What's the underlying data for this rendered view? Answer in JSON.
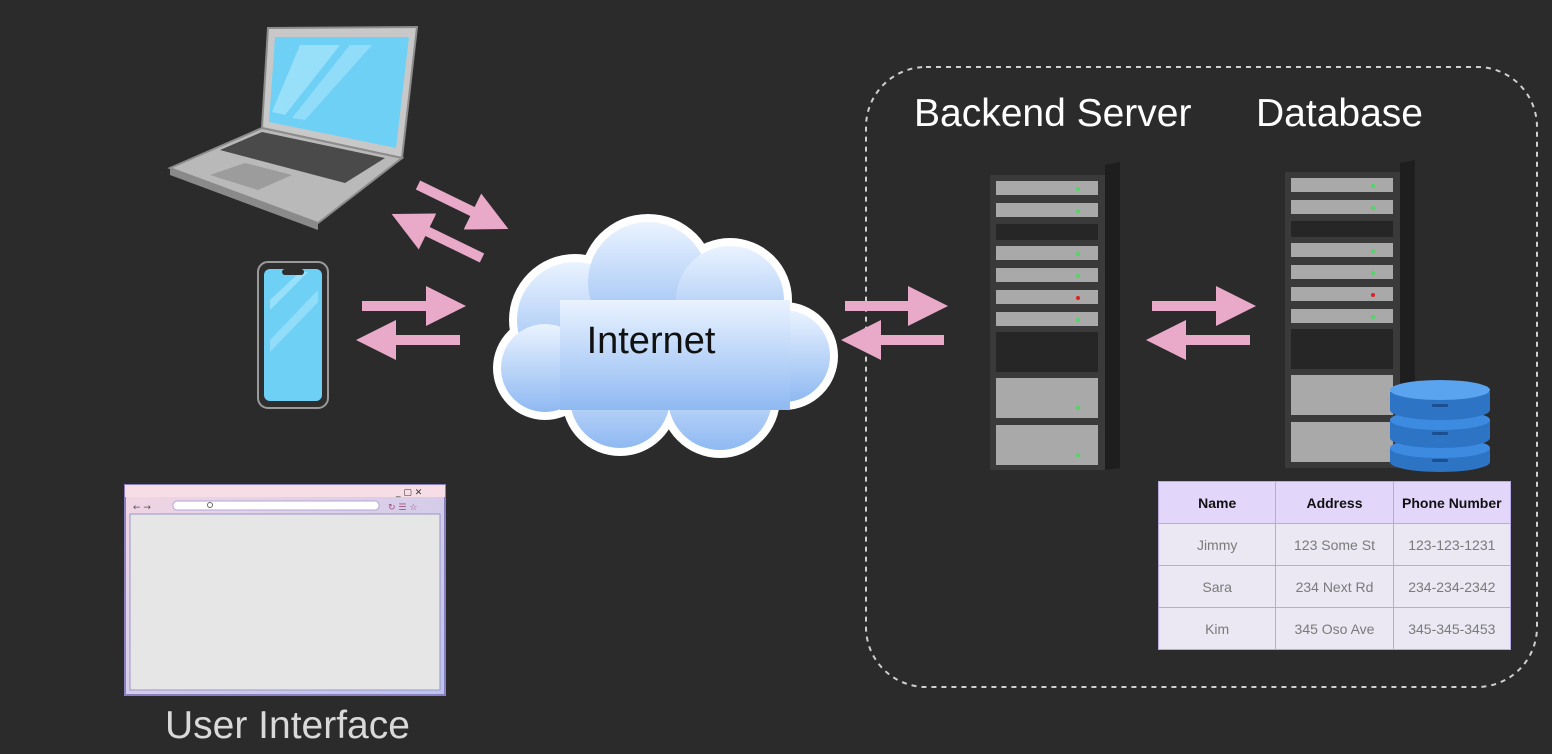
{
  "labels": {
    "backend_server": "Backend Server",
    "database": "Database",
    "internet": "Internet",
    "user_interface": "User Interface"
  },
  "table": {
    "headers": [
      "Name",
      "Address",
      "Phone Number"
    ],
    "rows": [
      [
        "Jimmy",
        "123 Some St",
        "123-123-1231"
      ],
      [
        "Sara",
        "234 Next Rd",
        "234-234-2342"
      ],
      [
        "Kim",
        "345 Oso Ave",
        "345-345-3453"
      ]
    ]
  },
  "colors": {
    "background": "#2b2b2b",
    "arrow": "#e9a9c9",
    "screen": "#6fd0f5",
    "cloud": "#a9cbf6",
    "db_cylinder": "#3d8be0",
    "table_header": "#e2d6fb"
  },
  "icons": [
    "laptop-icon",
    "phone-icon",
    "browser-window-icon",
    "cloud-icon",
    "server-rack-icon",
    "database-icon"
  ]
}
